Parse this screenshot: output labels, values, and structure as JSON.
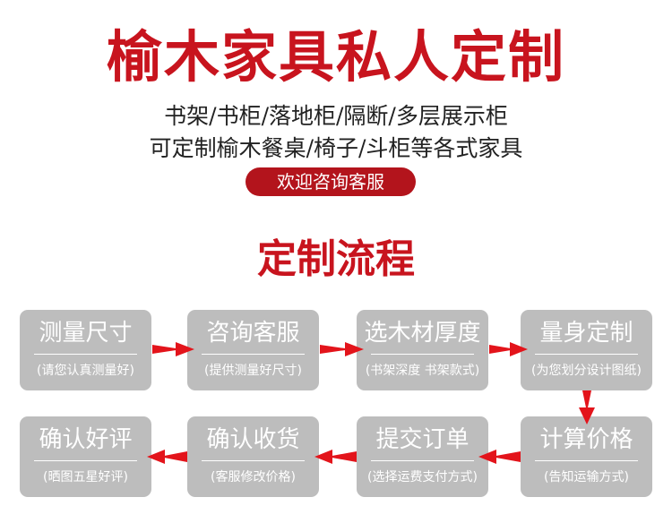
{
  "header": {
    "title": "榆木家具私人定制",
    "line1": "书架/书柜/落地柜/隔断/多层展示柜",
    "line2": "可定制榆木餐桌/椅子/斗柜等各式家具",
    "cta": "欢迎咨询客服"
  },
  "process": {
    "title": "定制流程",
    "steps": [
      {
        "title": "测量尺寸",
        "sub": "(请您认真测量好)"
      },
      {
        "title": "咨询客服",
        "sub": "(提供测量好尺寸)"
      },
      {
        "title": "选木材厚度",
        "sub": "(书架深度 书架款式)"
      },
      {
        "title": "量身定制",
        "sub": "(为您划分设计图纸)"
      },
      {
        "title": "计算价格",
        "sub": "(告知运输方式)"
      },
      {
        "title": "提交订单",
        "sub": "(选择运费支付方式)"
      },
      {
        "title": "确认收货",
        "sub": "(客服修改价格)"
      },
      {
        "title": "确认好评",
        "sub": "(晒图五星好评)"
      }
    ]
  },
  "colors": {
    "accent": "#c8141e",
    "pill": "#b3141c",
    "step_bg": "#bdbdbd",
    "arrow": "#e3141b"
  },
  "icons": {
    "arrow": "arrow-right-icon / arrow-left-icon / arrow-down-icon"
  }
}
